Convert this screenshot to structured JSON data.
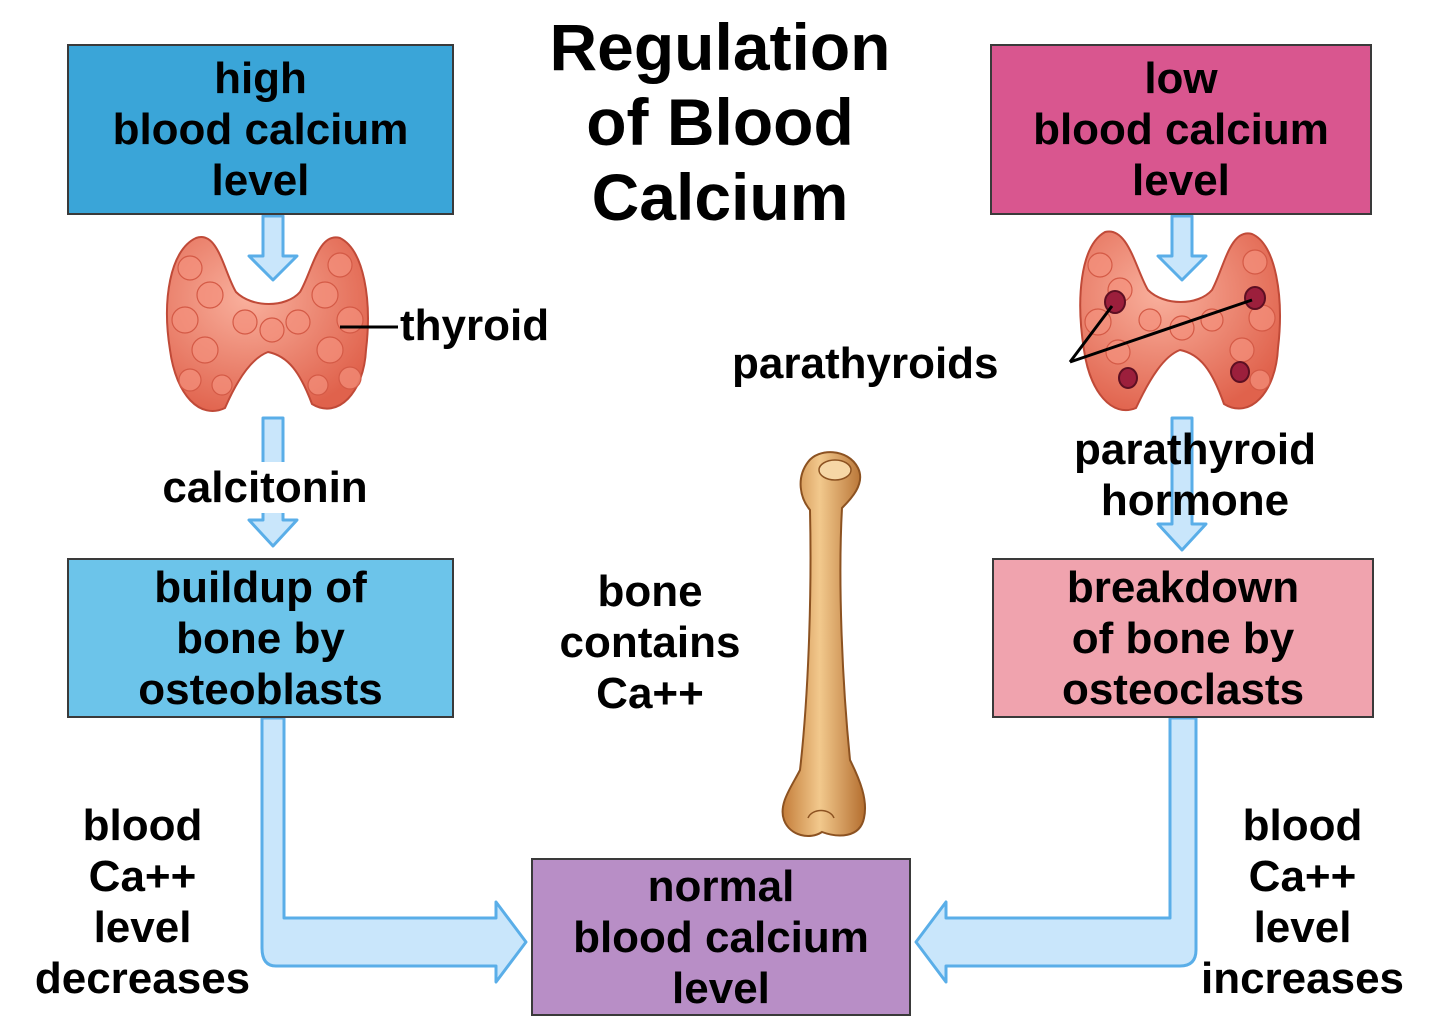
{
  "title": "Regulation\nof Blood\nCalcium",
  "boxes": {
    "high": {
      "text": "high\nblood calcium\nlevel",
      "color": "#3aa5d8"
    },
    "low": {
      "text": "low\nblood calcium\nlevel",
      "color": "#d9568f"
    },
    "buildup": {
      "text": "buildup of\nbone by\nosteoblasts",
      "color": "#6cc4ea"
    },
    "breakdown": {
      "text": "breakdown\nof bone by\nosteoclasts",
      "color": "#f0a3ae"
    },
    "normal": {
      "text": "normal\nblood calcium\nlevel",
      "color": "#b88ec6"
    }
  },
  "labels": {
    "thyroid": "thyroid",
    "parathyroids": "parathyroids",
    "calcitonin": "calcitonin",
    "parathyroid_hormone": "parathyroid\nhormone",
    "bone_contains": "bone\ncontains\nCa++",
    "left_effect": "blood\nCa++\nlevel\ndecreases",
    "right_effect": "blood\nCa++\nlevel\nincreases"
  },
  "colors": {
    "arrow_fill": "#c9e6fb",
    "arrow_stroke": "#5aaee8",
    "gland": "#ea7a66",
    "bone": "#e2a966"
  }
}
